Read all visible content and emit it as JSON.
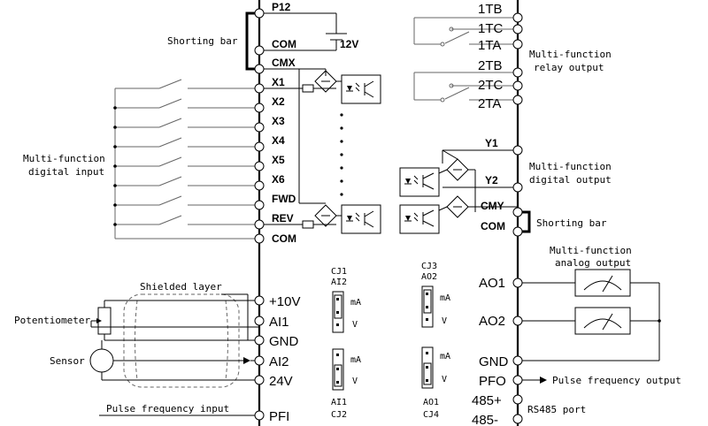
{
  "left_terminals": {
    "p12": "P12",
    "com_top": "COM",
    "cmx": "CMX",
    "x1": "X1",
    "x2": "X2",
    "x3": "X3",
    "x4": "X4",
    "x5": "X5",
    "x6": "X6",
    "fwd": "FWD",
    "rev": "REV",
    "com_bottom": "COM",
    "plus10v": "+10V",
    "ai1": "AI1",
    "gnd": "GND",
    "ai2": "AI2",
    "v24": "24V",
    "pfi": "PFI"
  },
  "right_terminals": {
    "t1tb": "1TB",
    "t1tc": "1TC",
    "t1ta": "1TA",
    "t2tb": "2TB",
    "t2tc": "2TC",
    "t2ta": "2TA",
    "y1": "Y1",
    "y2": "Y2",
    "cmy": "CMY",
    "com": "COM",
    "ao1": "AO1",
    "ao2": "AO2",
    "gnd": "GND",
    "pfo": "PFO",
    "r485p": "485+",
    "r485m": "485-"
  },
  "labels": {
    "shorting_bar_left": "Shorting bar",
    "v12": "12V",
    "mf_digital_input_1": "Multi-function",
    "mf_digital_input_2": "digital input",
    "shielded_layer": "Shielded layer",
    "potentiometer": "Potentiometer",
    "sensor": "Sensor",
    "pulse_frequency_input": "Pulse frequency input",
    "mf_relay_1": "Multi-function",
    "mf_relay_2": "relay output",
    "mf_digital_output_1": "Multi-function",
    "mf_digital_output_2": "digital output",
    "shorting_bar_right": "Shorting bar",
    "mf_analog_1": "Multi-function",
    "mf_analog_2": "analog output",
    "pulse_frequency_output": "Pulse frequency output",
    "rs485": "RS485 port"
  },
  "jumpers": {
    "cj1_a": "CJ1",
    "cj1_b": "AI2",
    "cj2": "CJ2",
    "cj3_a": "CJ3",
    "cj3_b": "AO2",
    "cj4_a": "AO1",
    "cj4_b": "CJ4",
    "ma": "mA",
    "v": "V"
  }
}
